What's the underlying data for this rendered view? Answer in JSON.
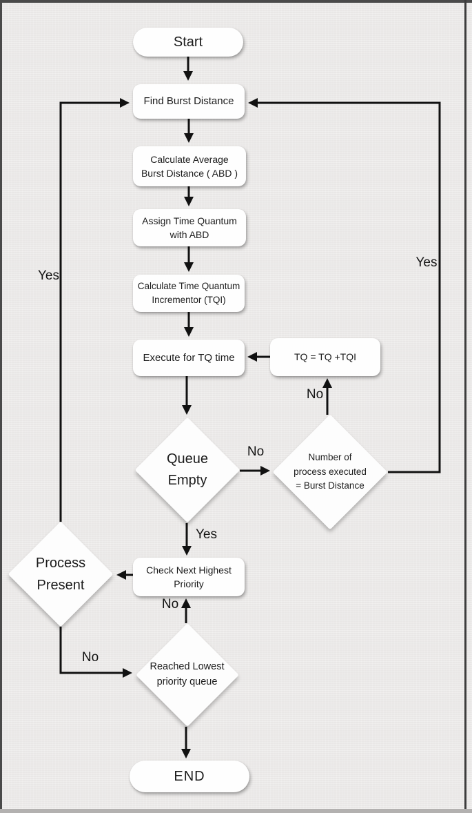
{
  "colors": {
    "background": "#e9e7e6",
    "node_fill": "#fefefe",
    "line": "#111111",
    "frame": "#4a4a4a"
  },
  "nodes": {
    "start": {
      "type": "terminator",
      "label": "Start"
    },
    "find_burst": {
      "type": "process",
      "label": "Find Burst Distance"
    },
    "calc_abd": {
      "type": "process",
      "label": "Calculate Average\nBurst Distance ( ABD )"
    },
    "assign_tq": {
      "type": "process",
      "label": "Assign Time Quantum\nwith ABD"
    },
    "calc_tqi": {
      "type": "process",
      "label": "Calculate Time Quantum\nIncrementor (TQI)"
    },
    "execute": {
      "type": "process",
      "label": "Execute for TQ time"
    },
    "update_tq": {
      "type": "process",
      "label": "TQ = TQ +TQI"
    },
    "queue_empty": {
      "type": "decision",
      "label": "Queue\nEmpty"
    },
    "process_count": {
      "type": "decision",
      "label": "Number of\nprocess executed\n= Burst Distance"
    },
    "check_next": {
      "type": "process",
      "label": "Check Next Highest\nPriority"
    },
    "process_present": {
      "type": "decision",
      "label": "Process\nPresent"
    },
    "reached_lowest": {
      "type": "decision",
      "label": "Reached Lowest\npriority queue"
    },
    "end": {
      "type": "terminator",
      "label": "END"
    }
  },
  "edge_labels": {
    "process_present_yes": "Yes",
    "count_yes": "Yes",
    "queue_no": "No",
    "count_no": "No",
    "queue_yes": "Yes",
    "reached_no": "No",
    "process_present_no": "No"
  }
}
